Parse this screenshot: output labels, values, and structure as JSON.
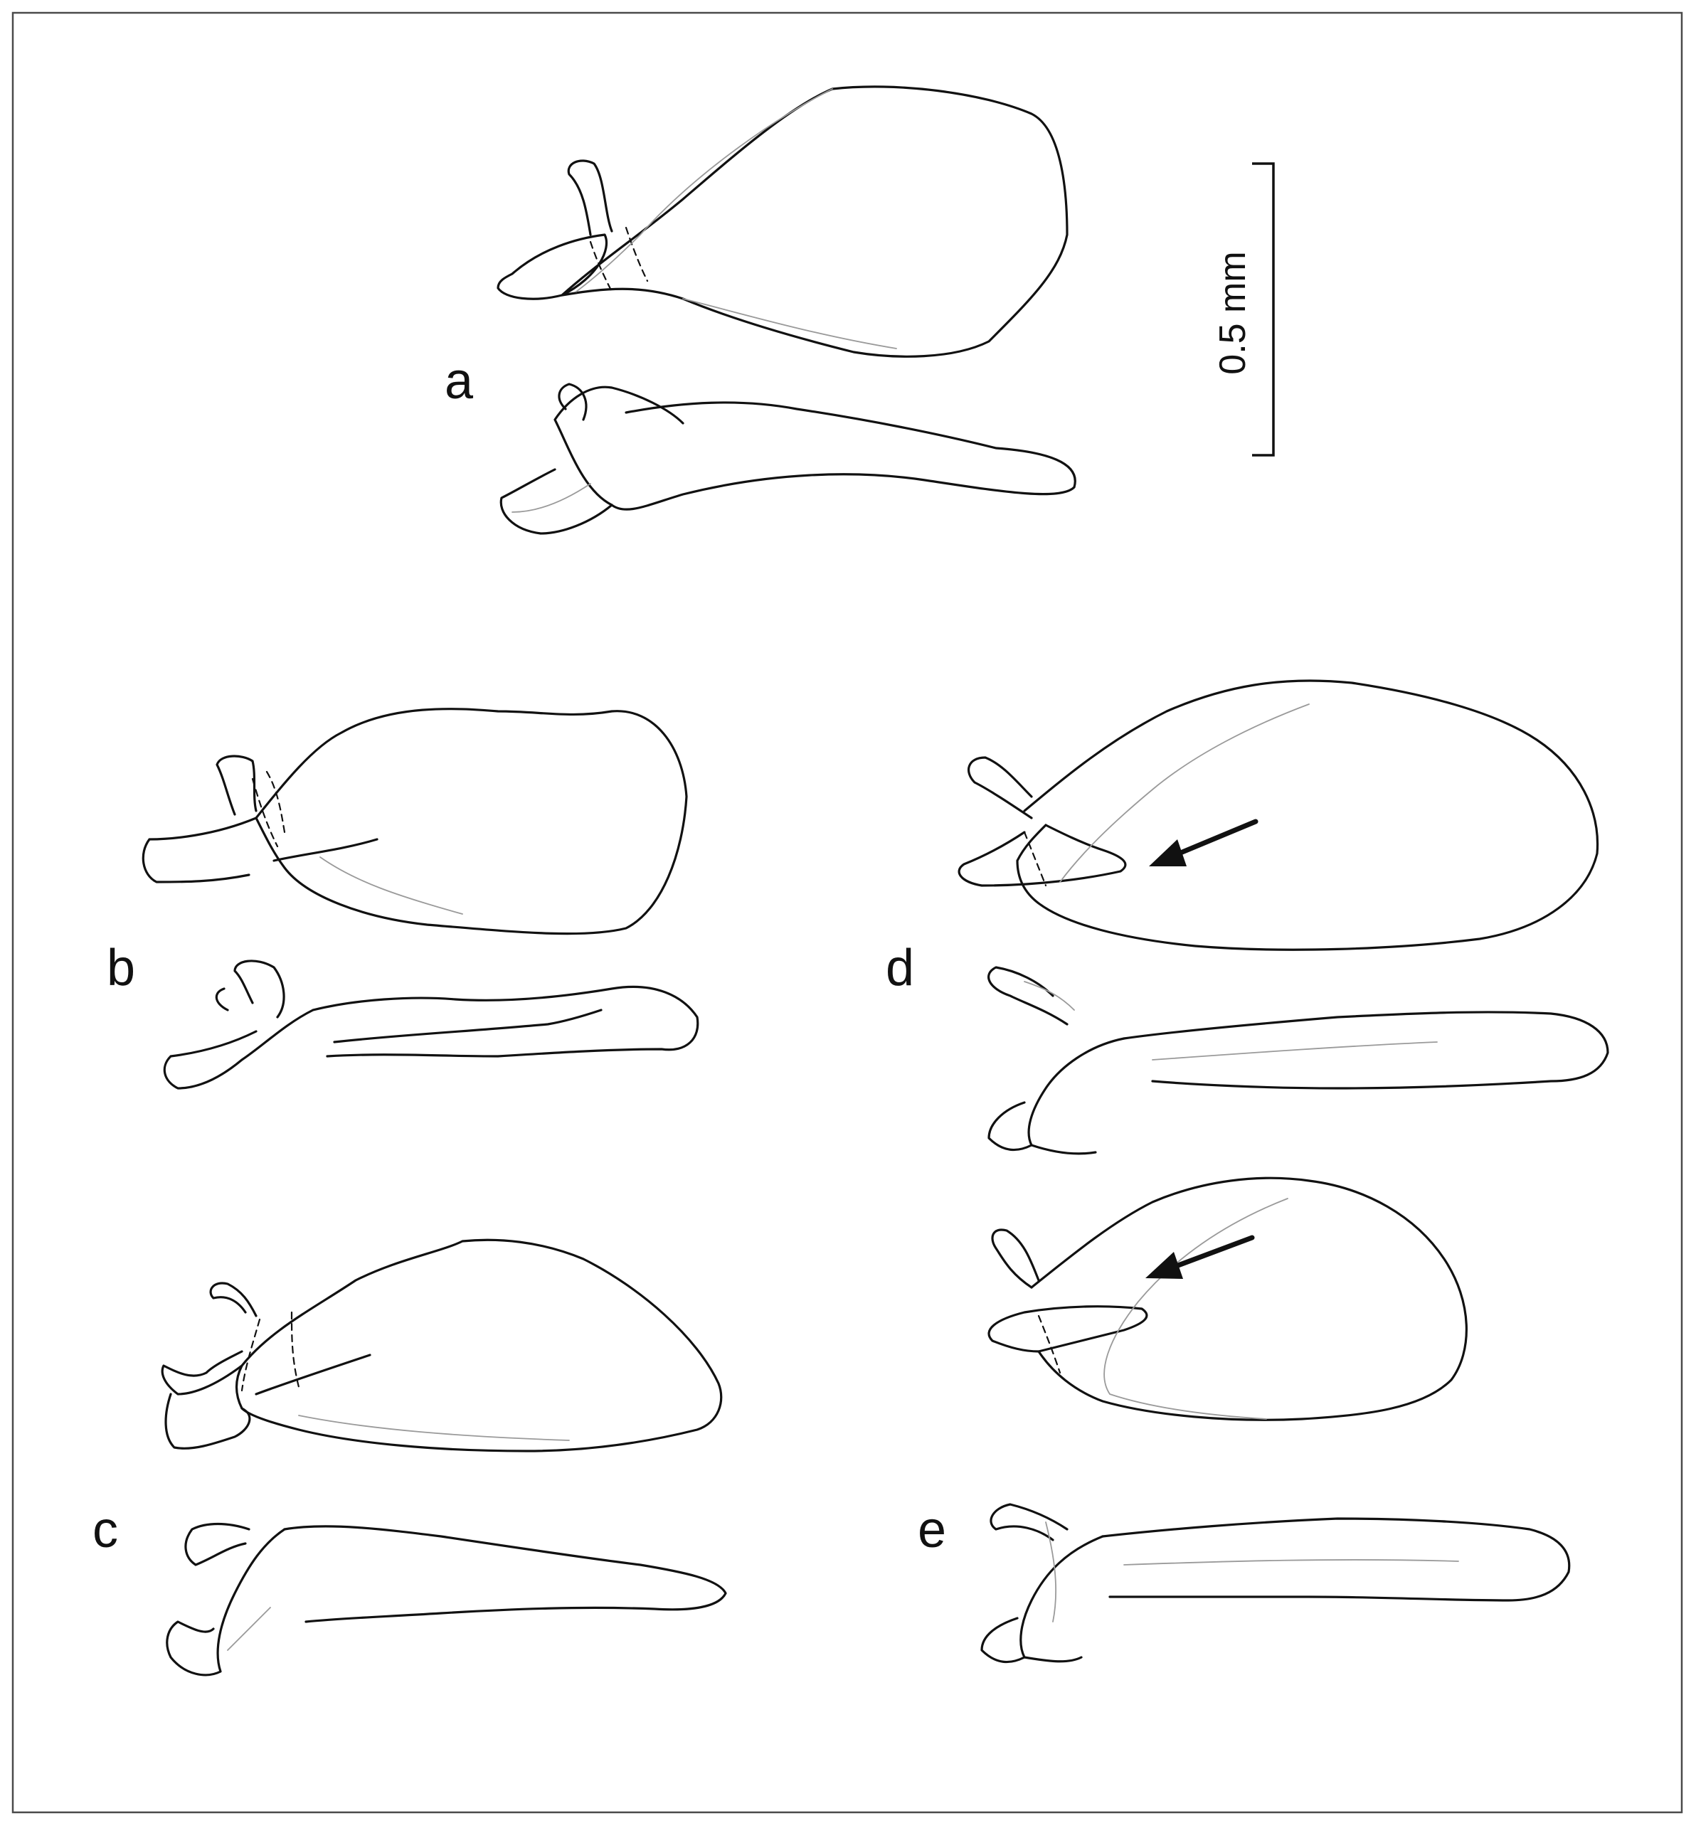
{
  "panels": [
    {
      "label": "a"
    },
    {
      "label": "b"
    },
    {
      "label": "c"
    },
    {
      "label": "d"
    },
    {
      "label": "e"
    }
  ],
  "scale_bar": {
    "label": "0.5 mm"
  },
  "colors": {
    "line": "#111111",
    "fine_line": "#9a9a9a",
    "frame": "#4a4a4a",
    "background": "#ffffff"
  }
}
